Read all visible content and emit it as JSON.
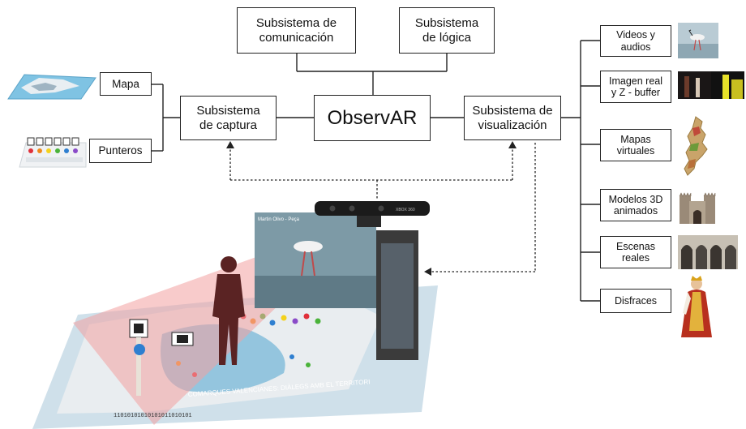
{
  "center": {
    "label": "ObservAR"
  },
  "subsystems": {
    "comunicacion": "Subsistema de\ncomunicación",
    "logica": "Subsistema\nde lógica",
    "captura": "Subsistema\nde captura",
    "visualizacion": "Subsistema de\nvisualización"
  },
  "inputs": [
    {
      "label": "Mapa",
      "icon": "map-thumbnail-icon"
    },
    {
      "label": "Punteros",
      "icon": "pointers-thumbnail-icon"
    }
  ],
  "outputs": [
    {
      "label": "Videos y\naudios",
      "icon": "bird-video-thumbnail-icon"
    },
    {
      "label": "Imagen real\ny Z - buffer",
      "icon": "zbuffer-thumbnail-icon"
    },
    {
      "label": "Mapas\nvirtuales",
      "icon": "region-map-thumbnail-icon"
    },
    {
      "label": "Modelos 3D\nanimados",
      "icon": "castle-model-thumbnail-icon"
    },
    {
      "label": "Escenas\nreales",
      "icon": "cloister-photo-thumbnail-icon"
    },
    {
      "label": "Disfraces",
      "icon": "costume-figure-thumbnail-icon"
    }
  ],
  "scene": {
    "screen_caption": "Martin Olivo - Peça",
    "subtitle": "... el volum encara arreu, esplugabous,\nallotjament aquí, camallarigues...",
    "map_title": "COMARQUES VALENCIANES: DIÀLEGS AMB EL TERRITORI",
    "binary_strip": "11010101010101011010101",
    "kinect_label": "XBOX 360",
    "colors": {
      "beam": "#f2a0a0",
      "person": "#5a2323",
      "map": "#b9d3e0",
      "water": "#6fb3d6"
    }
  }
}
